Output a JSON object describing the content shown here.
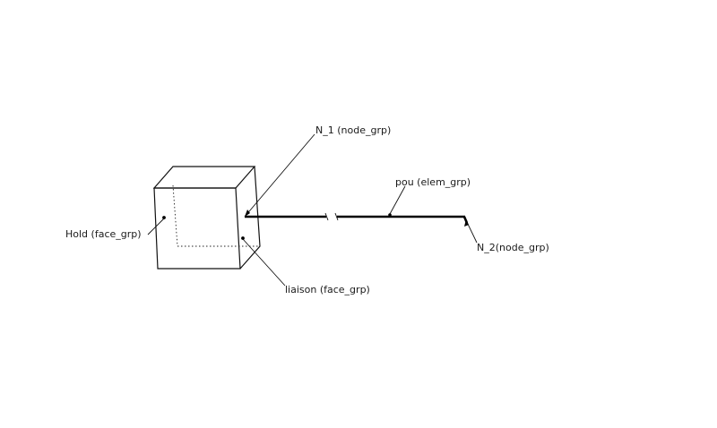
{
  "labels": {
    "n1": "N_1 (node_grp)",
    "pou": "pou (elem_grp)",
    "n2": "N_2(node_grp)",
    "hold": "Hold (face_grp)",
    "liaison": "liaison (face_grp)"
  },
  "colors": {
    "ink": "#111111",
    "background": "#ffffff"
  }
}
